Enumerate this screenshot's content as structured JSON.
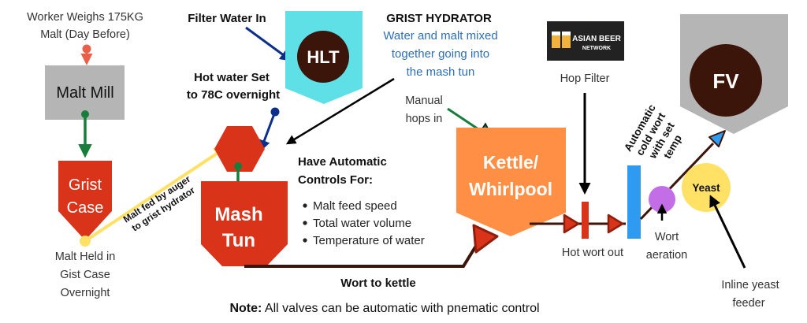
{
  "colors": {
    "red_orange": "#d9341a",
    "dark_red": "#8f1e0c",
    "green": "#177d3a",
    "navy": "#0b2f8a",
    "orange": "#ff8f45",
    "cyan": "#5fe0e6",
    "gray": "#b5b5b5",
    "dark_brown": "#3b140a",
    "yellow": "#ffe166",
    "blue": "#2f9bf0",
    "purple": "#c36ee6",
    "link_blue": "#2e6fb5"
  },
  "labels": {
    "worker_note": [
      "Worker Weighs 175KG",
      "Malt (Day Before)"
    ],
    "malt_mill": "Malt Mill",
    "grist_case": [
      "Grist",
      "Case"
    ],
    "malt_held": [
      "Malt Held in",
      "Gist Case",
      "Overnight"
    ],
    "auger_note": [
      "Malt fed by auger",
      "to grist hydrator"
    ],
    "filter_water_in": "Filter Water In",
    "hlt": "HLT",
    "grist_hydrator_title": "GRIST HYDRATOR",
    "grist_hydrator_desc": [
      "Water and malt mixed",
      "together going into",
      "the mash tun"
    ],
    "hot_water_note": [
      "Hot water Set",
      "to 78C overnight"
    ],
    "mash_tun": [
      "Mash",
      "Tun"
    ],
    "auto_controls_title": [
      "Have Automatic",
      "Controls For:"
    ],
    "auto_controls_items": [
      "Malt feed speed",
      "Total water volume",
      "Temperature of water"
    ],
    "wort_to_kettle": "Wort to kettle",
    "manual_hops": [
      "Manual",
      "hops in"
    ],
    "kettle": [
      "Kettle/",
      "Whirlpool"
    ],
    "logo_line1": "ASIAN BEER",
    "logo_line2": "NETWORK",
    "hop_filter": "Hop Filter",
    "hot_wort_out": "Hot wort out",
    "cold_wort_note": [
      "Automatic",
      "cold wort",
      "with set",
      "temp"
    ],
    "fv": "FV",
    "wort_aeration": [
      "Wort",
      "aeration"
    ],
    "yeast": "Yeast",
    "inline_yeast": [
      "Inline yeast",
      "feeder"
    ],
    "note_bold": "Note:",
    "note_text": " All valves can be automatic with pnematic control"
  }
}
